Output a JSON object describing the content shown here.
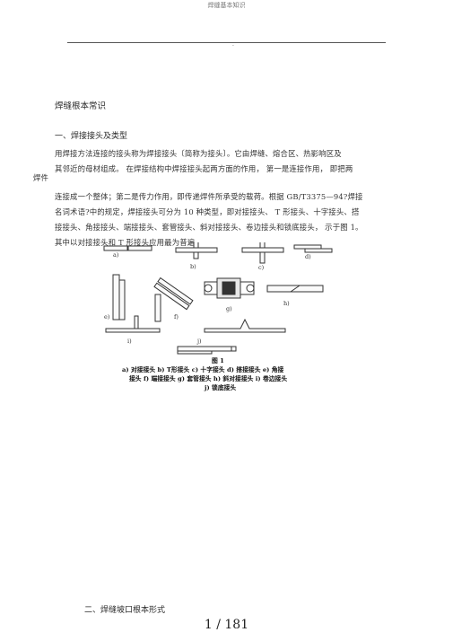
{
  "header": {
    "title": "焊缝基本知识",
    "dot": "."
  },
  "doc_title": "焊缝根本常识",
  "section1": {
    "heading": "一、焊接接头及类型",
    "lines": [
      "用焊接方法连接的接头称为焊接接头〔简称为接头〕。它由焊缝、熔合区、热影响区及",
      "其邻近的母材组成。    在焊接结构中焊接接头起两方面的作用，      第一是连接作用，      即把两",
      "焊件",
      "连接成一个整体；第二是传力作用，即传递焊件所承受的载荷。根据      GB/T3375—94?焊接",
      "名词术语?中的规定，焊接接头可分为      10 种类型，即对接接头、    T 形接头、十字接头、搭",
      "接接头、角接接头、端接接头、套管接头、斜对接接头、卷边接头和锁底接头，      示于图      1。",
      "其中以对接接头和      T 形接头应用最为普遍。"
    ]
  },
  "figure": {
    "panel_labels": [
      "a)",
      "b)",
      "c)",
      "d)",
      "e)",
      "f)",
      "g)",
      "h)",
      "i)",
      "j)"
    ],
    "caption_title": "图    1",
    "caption_lines": [
      "a) 对接接头   b) T形接头   c) 十字接头   d) 搭接接头   e) 角接",
      "接头   f) 端接接头   g) 套管接头   h) 斜对接接头   i) 卷边接头",
      "j) 锁底接头"
    ]
  },
  "section2": {
    "heading": "二、焊缝坡口根本形式"
  },
  "footer": {
    "page_text": "1 / 181"
  }
}
